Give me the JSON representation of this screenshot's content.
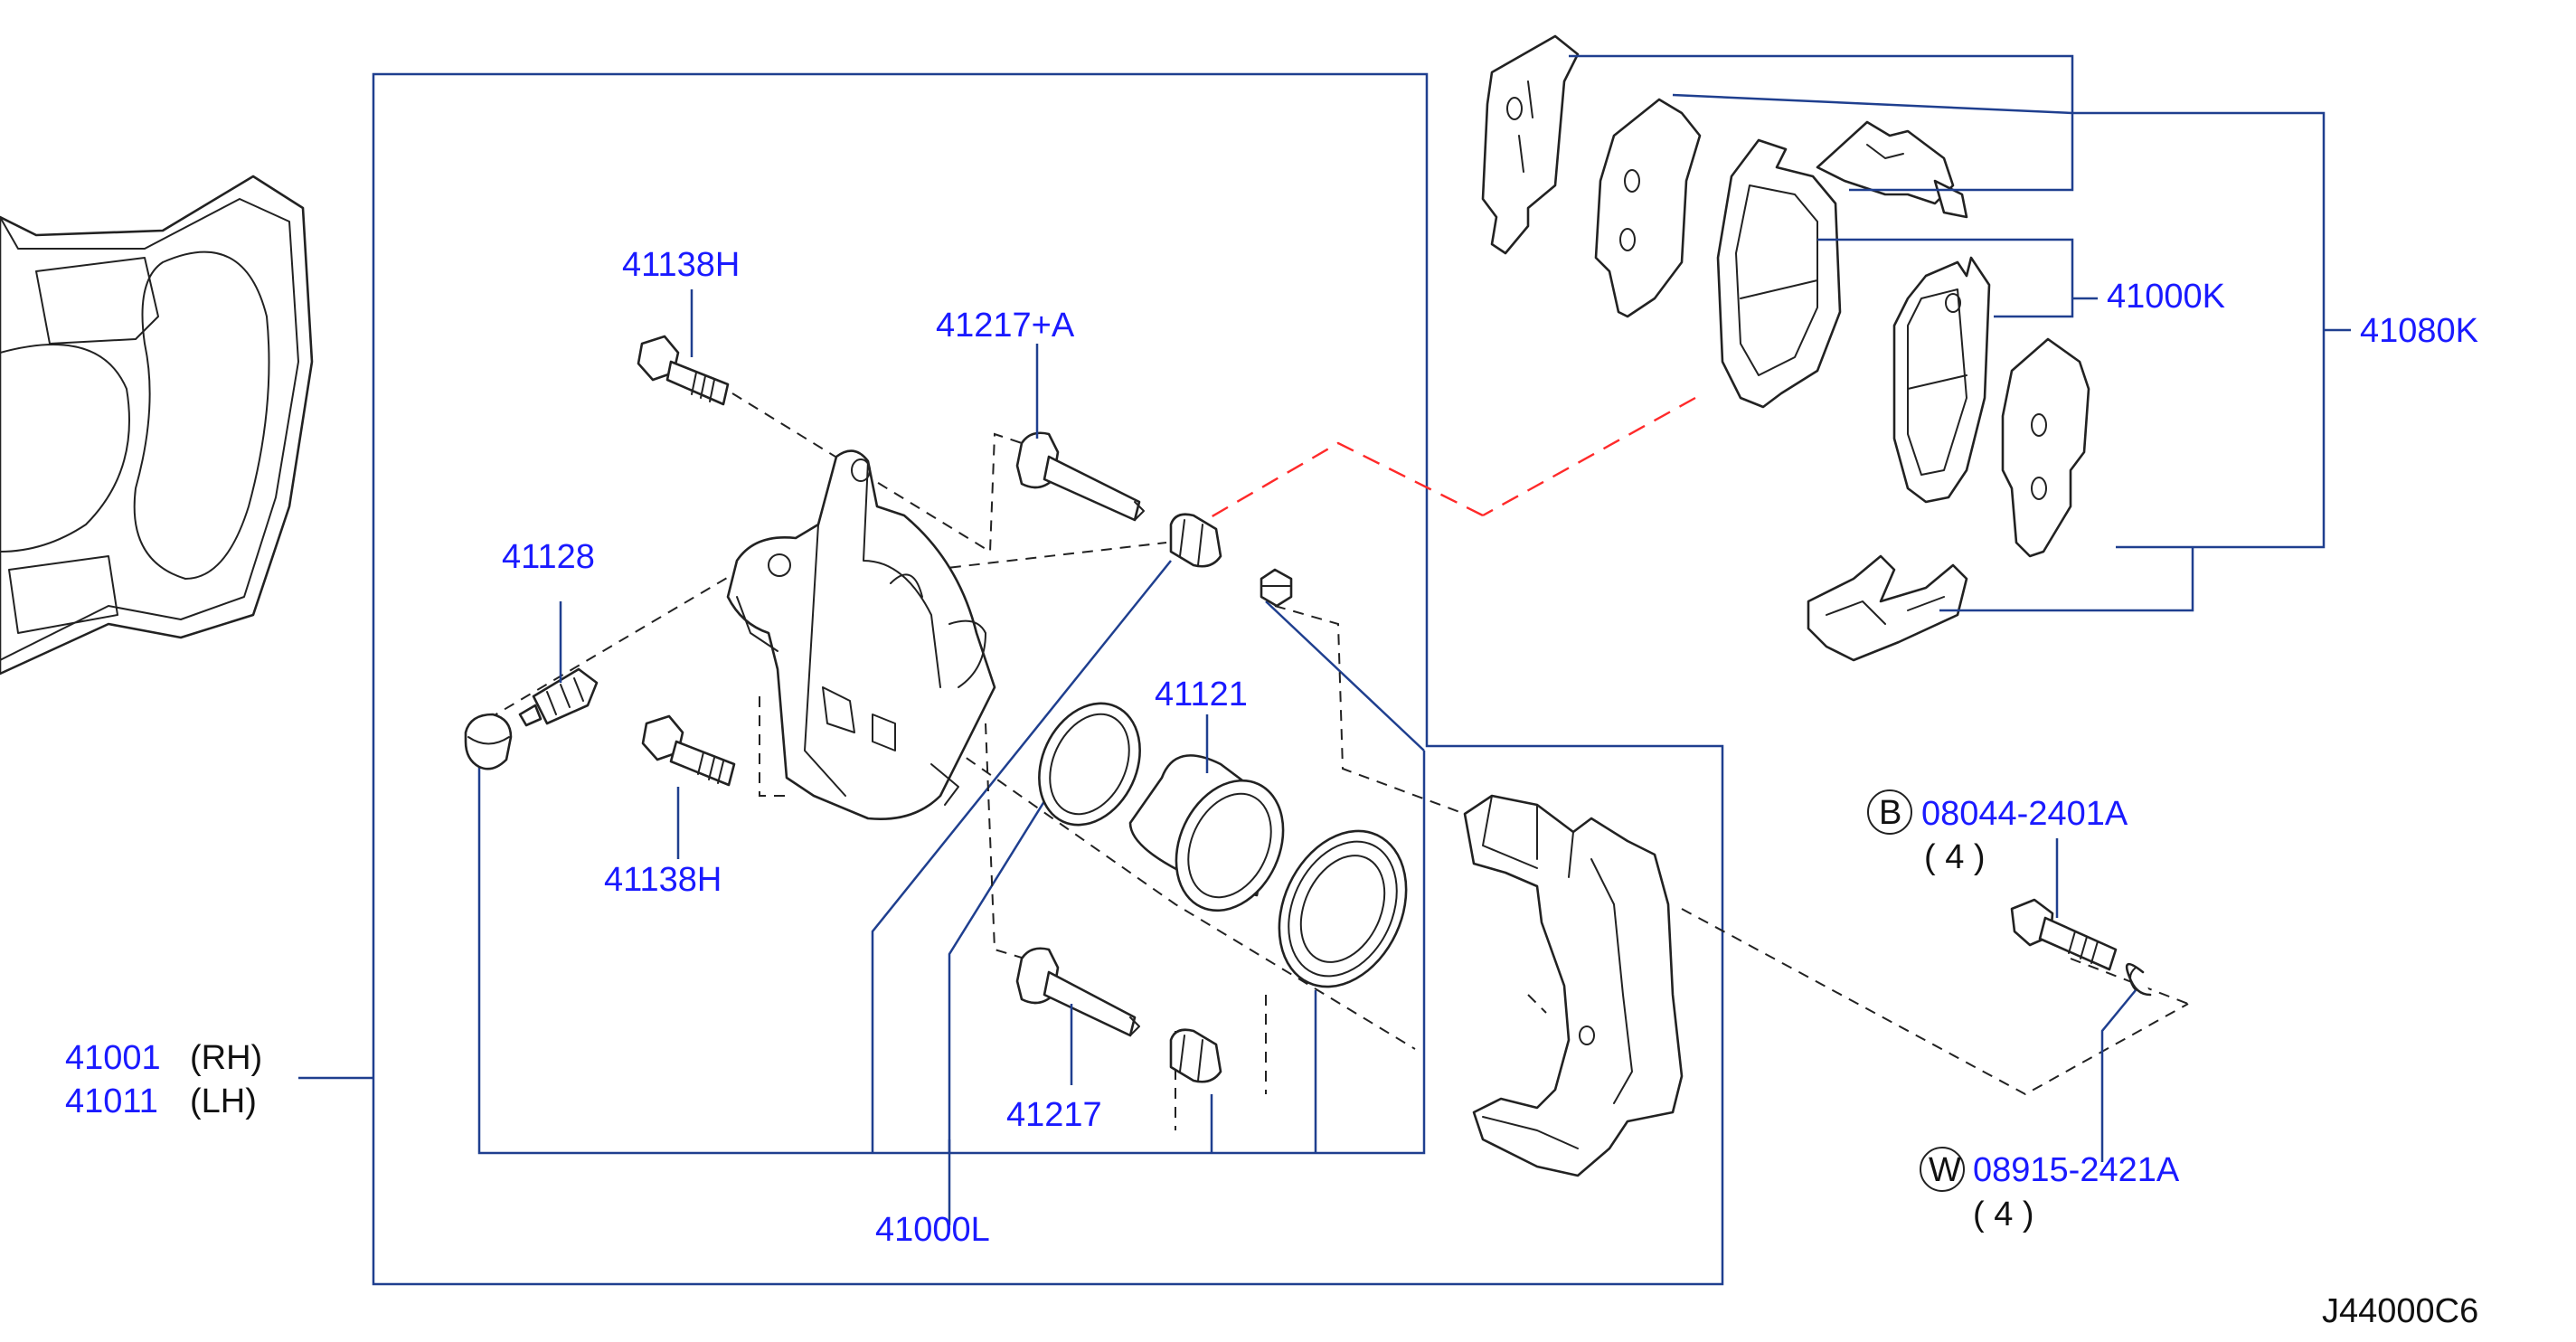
{
  "diagram_code": "J44000C6",
  "colors": {
    "part_number": "#1a1aff",
    "leader": "#1f3f8f",
    "text": "#111111",
    "pad_link": "#ff2a2a"
  },
  "labels": {
    "p41138H_top": "41138H",
    "p41217A": "41217+A",
    "p41128": "41128",
    "p41138H_bottom": "41138H",
    "p41121": "41121",
    "p41217": "41217",
    "p41000L": "41000L",
    "p41000K": "41000K",
    "p41080K": "41080K",
    "p41001": "41001",
    "p41001_side": "(RH)",
    "p41011": "41011",
    "p41011_side": "(LH)",
    "bolt_badge": "B",
    "bolt_part": "08044-2401A",
    "bolt_qty": "( 4 )",
    "washer_badge": "W",
    "washer_part": "08915-2421A",
    "washer_qty": "( 4 )"
  },
  "icons": [
    "dust-shield",
    "caliper-body",
    "piston",
    "piston-seal",
    "piston-boot",
    "slide-pin",
    "pin-boot",
    "bleeder-screw",
    "bleeder-cap",
    "mounting-bracket",
    "brake-pad",
    "shim",
    "pad-clip",
    "mounting-bolt",
    "lock-washer"
  ]
}
